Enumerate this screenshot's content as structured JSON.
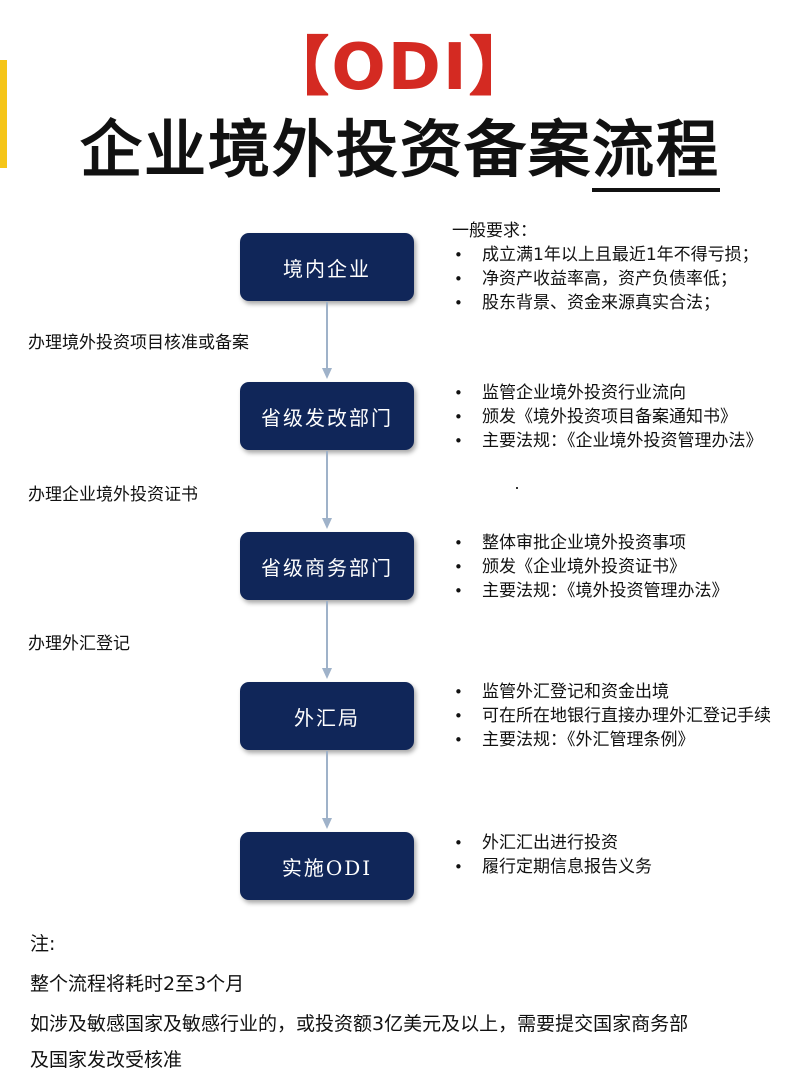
{
  "title": {
    "line1": "【ODI】",
    "line2_plain": "企业境外投资备案",
    "line2_underlined": "流程"
  },
  "flow": {
    "steps": [
      {
        "label": "境内企业",
        "notes_heading": "一般要求：",
        "notes": [
          "成立满1年以上且最近1年不得亏损；",
          "净资产收益率高，资产负债率低；",
          "股东背景、资金来源真实合法；"
        ]
      },
      {
        "label": "省级发改部门",
        "notes": [
          "监管企业境外投资行业流向",
          "颁发《境外投资项目备案通知书》",
          "主要法规：《企业境外投资管理办法》"
        ]
      },
      {
        "label": "省级商务部门",
        "notes": [
          "整体审批企业境外投资事项",
          "颁发《企业境外投资证书》",
          "主要法规：《境外投资管理办法》"
        ]
      },
      {
        "label": "外汇局",
        "notes": [
          "监管外汇登记和资金出境",
          "可在所在地银行直接办理外汇登记手续",
          "主要法规：《外汇管理条例》"
        ]
      },
      {
        "label": "实施ODI",
        "notes": [
          "外汇汇出进行投资",
          "履行定期信息报告义务"
        ]
      }
    ],
    "transitions": [
      "办理境外投资项目核准或备案",
      "办理企业境外投资证书",
      "办理外汇登记"
    ]
  },
  "footer": {
    "heading": "注:",
    "line1": "整个流程将耗时2至3个月",
    "line2": "如涉及敏感国家及敏感行业的，或投资额3亿美元及以上，需要提交国家商务部",
    "line3": "及国家发改受核准"
  },
  "colors": {
    "box": "#102659",
    "title_accent": "#d42a22",
    "arrow": "#9fb2c9",
    "left_bar": "#f5c518"
  }
}
